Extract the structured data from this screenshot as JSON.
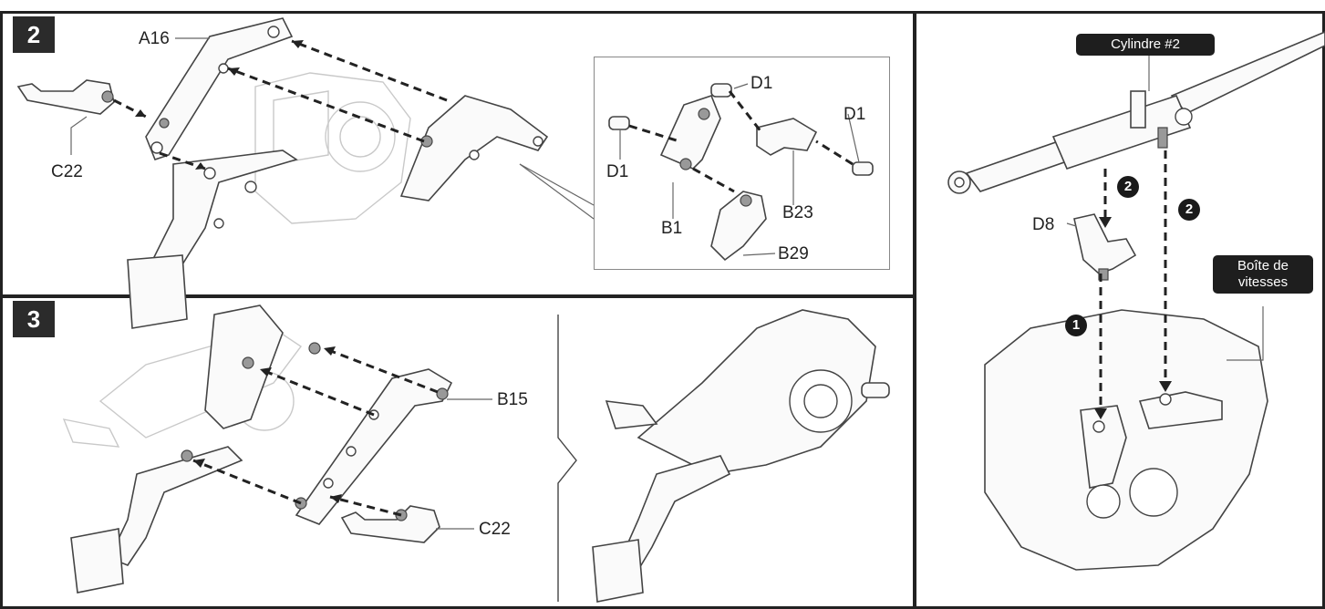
{
  "steps": {
    "step2": "2",
    "step3": "3"
  },
  "labels": {
    "a16": "A16",
    "c22_top": "C22",
    "d1_top": "D1",
    "d1_right": "D1",
    "d1_left": "D1",
    "b1": "B1",
    "b23": "B23",
    "b29": "B29",
    "b15": "B15",
    "c22_bottom": "C22",
    "d8": "D8"
  },
  "callouts": {
    "cylindre": "Cylindre #2",
    "boite": "Boîte de vitesses"
  },
  "order_badges": {
    "b2a": "2",
    "b2b": "2",
    "b1": "1"
  }
}
